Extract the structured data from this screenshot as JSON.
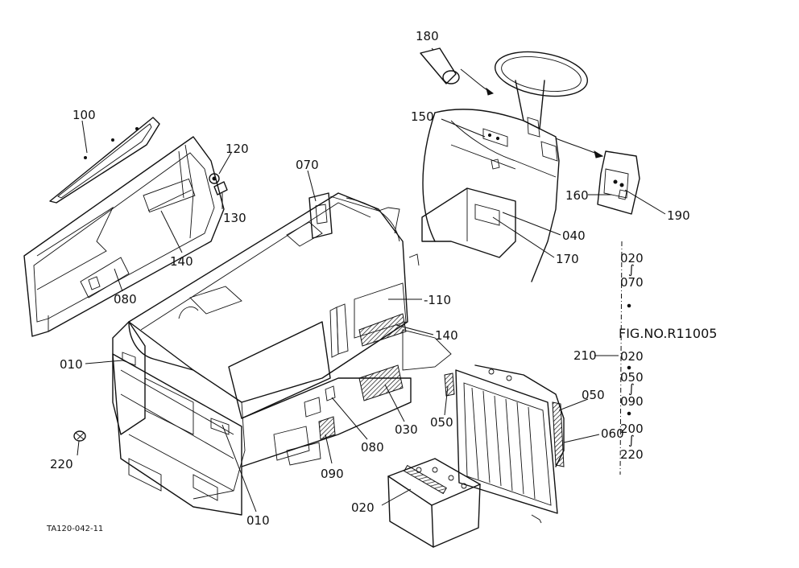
{
  "diagram": {
    "labels": {
      "p100": "100",
      "p120": "120",
      "p130": "130",
      "p140a": "140",
      "p080a": "080",
      "p070": "070",
      "p010a": "010",
      "p110": "-110",
      "p140b": "140",
      "p220": "220",
      "p010b": "010",
      "p080b": "080",
      "p030": "030",
      "p090": "090",
      "p050a": "050",
      "p020": "020",
      "p180": "180",
      "p150": "150",
      "p160": "160",
      "p190": "190",
      "p040": "040",
      "p170": "170",
      "p050b": "050",
      "p060": "060",
      "p210": "210"
    },
    "ref_block": {
      "r1": "020",
      "s1": "∫",
      "r2": "070",
      "fig": "FIG.NO.R11005",
      "r3": "020",
      "r4": "050",
      "s2": "∫",
      "r5": "090",
      "r6": "200",
      "s3": "∫",
      "r7": "220"
    },
    "footer_code": "TA120-042-11"
  }
}
